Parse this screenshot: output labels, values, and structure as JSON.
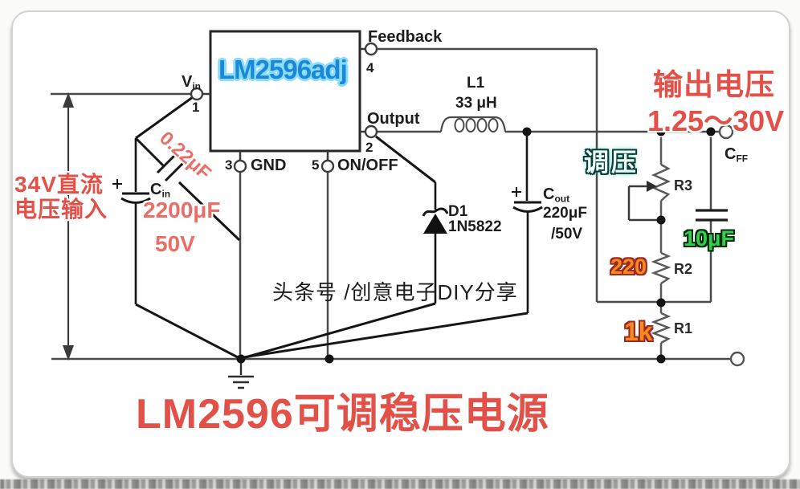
{
  "diagram_type": "circuit-schematic",
  "ic": {
    "label": "LM2596adj"
  },
  "pins": {
    "vin": {
      "name_main": "V",
      "name_sub": "in",
      "number": "1"
    },
    "feedback": {
      "name": "Feedback",
      "number": "4"
    },
    "output": {
      "name": "Output",
      "number": "2"
    },
    "gnd": {
      "name": "GND",
      "number": "3"
    },
    "onoff": {
      "name": "ON/OFF",
      "number": "5"
    }
  },
  "components": {
    "l1": {
      "ref": "L1",
      "value": "33 μH"
    },
    "d1": {
      "ref": "D1",
      "value": "1N5822"
    },
    "cin": {
      "ref_main": "C",
      "ref_sub": "in",
      "value": "2200μF",
      "voltage": "50V"
    },
    "bypass_cap": {
      "value": "0.22μF"
    },
    "cout": {
      "ref_main": "C",
      "ref_sub": "out",
      "value": "220μF",
      "voltage": "/50V"
    },
    "cff": {
      "ref_main": "C",
      "ref_sub": "FF",
      "value": "10μF"
    },
    "r3": {
      "ref": "R3"
    },
    "r2": {
      "ref": "R2",
      "value": "220"
    },
    "r1": {
      "ref": "R1",
      "value": "1k"
    }
  },
  "annotations": {
    "input_line1": "34V直流",
    "input_line2": "电压输入",
    "output_line1": "输出电压",
    "output_line2": "1.25～30V",
    "adjust": "调压",
    "watermark": "头条号 /创意电子DIY分享",
    "title": "LM2596可调稳压电源"
  },
  "colors": {
    "annotation_red": "#e25048",
    "value_pink": "#ea6e66",
    "ic_blue": "#1b87d9",
    "ic_blue_glow": "#8adcf9",
    "adjust_teal": "#25c0a8",
    "cff_green": "#2ed04e",
    "resistor_orange": "#f68a1f",
    "wire_gray": "#4a4a4a",
    "wire_black": "#161616"
  }
}
